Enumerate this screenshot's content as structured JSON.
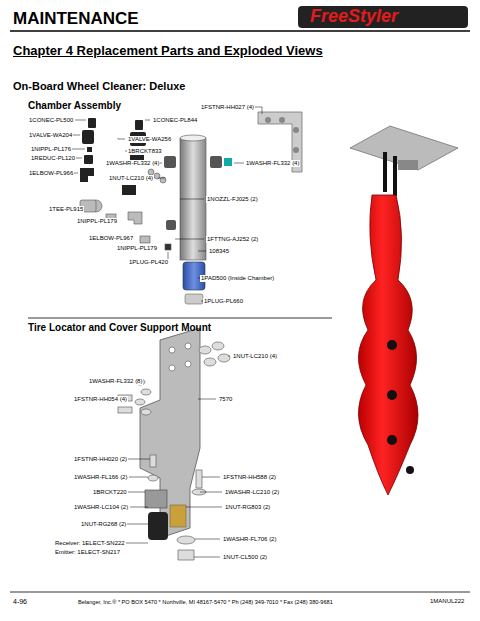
{
  "diagram": {
    "title": "MAINTENANCE",
    "labels": [
      "FreeStyler",
      "Chapter 4 Replacement Parts and Exploded Views",
      "On-Board Wheel Cleaner: Deluxe",
      "Chamber Assembly",
      "1CONEC-PL500",
      "1CONEC-PL844",
      "1FSTNR-HH027 (4)",
      "1VALVE-WA204",
      "1VALVE-WA256",
      "1NIPPL-PL176",
      "1BRCKT833",
      "1REDUC-PL120",
      "1WASHR-FL332 (4)",
      "1WASHR-FL332 (4)",
      "1ELBOW-PL966",
      "1NUT-LC210 (4)",
      "1NOZZL-FJ025 (2)",
      "1TEE-PL915",
      "1NIPPL-PL179",
      "1FTTNG-AJ252 (2)",
      "1ELBOW-PL967",
      "1NIPPL-PL179",
      "108345",
      "1PLUG-PL420",
      "1PAD500 (Inside Chamber)",
      "1PLUG-PL660",
      "Tire Locator and Cover Support Mount",
      "1NUT-LC210 (4)",
      "1WASHR-FL332 (8)",
      "1FSTNR-HH054 (4)",
      "7570",
      "1FSTNR-HH020 (2)",
      "1WASHR-FL166 (2)",
      "1FSTNR-HH588 (2)",
      "1BRCKT220",
      "1WASHR-LC210 (2)",
      "1WASHR-LC104 (2)",
      "1NUT-RG803 (2)",
      "1NUT-RG268 (2)",
      "Receiver: 1ELECT-SN222",
      "Emitter: 1ELECT-SN217",
      "1WASHR-FL706 (2)",
      "1NUT-CL500 (2)",
      "4-96",
      "Belanger, Inc.® * PO BOX 5470 * Northville, MI 48167-5470 * Ph (248) 349-7010 * Fax (248) 380-9681",
      "1MANUL222"
    ]
  }
}
